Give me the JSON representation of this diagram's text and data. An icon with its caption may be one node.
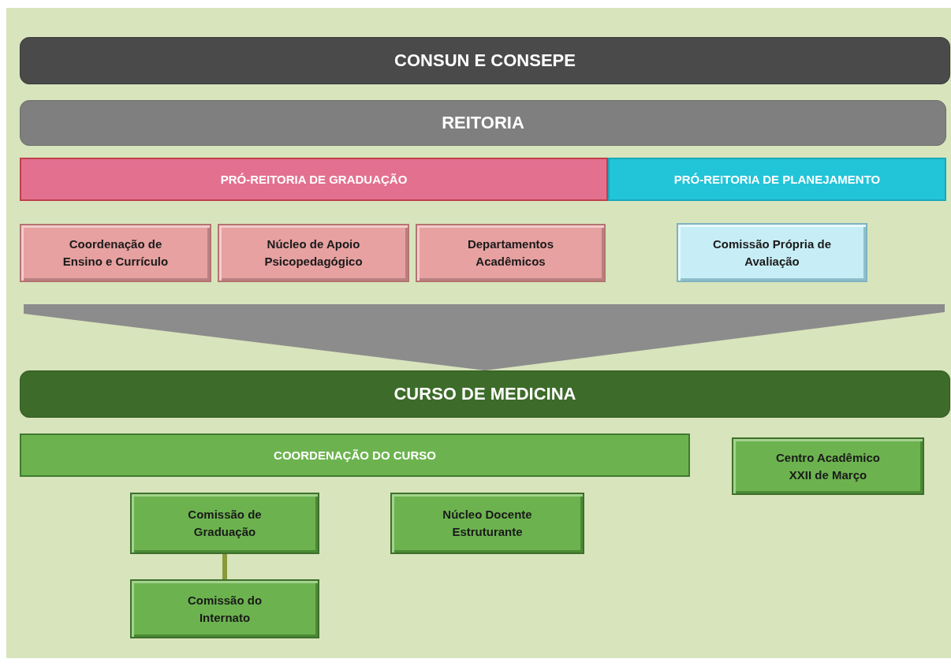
{
  "diagram": {
    "nodes": [
      {
        "text": [
          "CONSUN E CONSEPE"
        ]
      },
      {
        "text": [
          "REITORIA"
        ]
      },
      {
        "text": [
          "PRÓ-REITORIA DE GRADUAÇÃO"
        ]
      },
      {
        "text": [
          "PRÓ-REITORIA DE PLANEJAMENTO"
        ]
      },
      {
        "text": [
          "Coordenação de Ensino e Currículo"
        ]
      },
      {
        "text": [
          "Núcleo de Apoio Psicopedagógico"
        ]
      },
      {
        "text": [
          "Departamentos Acadêmicos"
        ]
      },
      {
        "text": [
          "Comissão Própria de Avaliação"
        ]
      },
      {
        "text": [
          "CURSO DE MEDICINA"
        ]
      },
      {
        "text": [
          "COORDENAÇÃO DO CURSO"
        ]
      },
      {
        "text": [
          "Centro Acadêmico XXII de Março"
        ]
      },
      {
        "text": [
          "Comissão de Graduação"
        ]
      },
      {
        "text": [
          "Núcleo Docente Estruturante"
        ]
      },
      {
        "text": [
          "Comissão do Internato"
        ]
      }
    ],
    "edges": [
      {
        "from": null,
        "to": 8,
        "arrow": "to",
        "color": "#8c8c8c"
      },
      {
        "from": 11,
        "to": 13,
        "arrow": "none",
        "color": "#8a9a3a"
      }
    ]
  }
}
